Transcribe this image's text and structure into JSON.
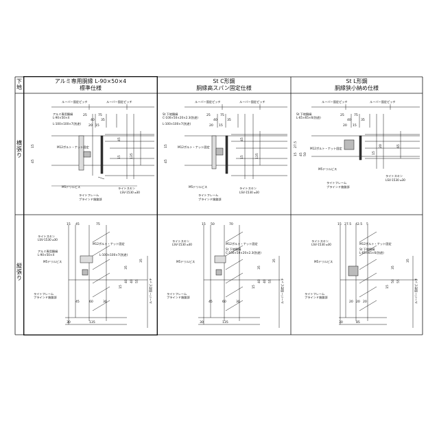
{
  "header": {
    "base_label": "下地",
    "columns": [
      {
        "line1": "アルミ専用胴縁 L-90×50×4",
        "line2": "標準仕様"
      },
      {
        "line1": "St C形鋼",
        "line2": "胴縁高スパン固定仕様"
      },
      {
        "line1": "St L形鋼",
        "line2": "胴縁狭小納め仕様"
      }
    ]
  },
  "rows": [
    {
      "label": "横張り"
    },
    {
      "label": "縦張り"
    }
  ],
  "horizontal": [
    {
      "pitch_labels": [
        "ルーバー固定ピッチ",
        "ルーバー固定ピッチ"
      ],
      "top_dims": [
        "25",
        "75",
        "40",
        "35",
        "20",
        "15"
      ],
      "side_dims": [
        "15",
        "45",
        "45",
        "15",
        "135"
      ],
      "member": "アルミ専用胴縁",
      "member_spec": "L-90×50×4",
      "bracket_spec": "L-100×100×7(別途)",
      "bolt": "M12ボルト・ナット固定",
      "screw": "M5ドリルビス",
      "louver": "ライトスキン",
      "louver_spec": "LSV-1530 ⌀30",
      "frame": "ライトフレーム",
      "blind": "ブラインド施錠部"
    },
    {
      "pitch_labels": [
        "ルーバー固定ピッチ",
        "ルーバー固定ピッチ"
      ],
      "top_dims": [
        "25",
        "75",
        "40",
        "35",
        "20",
        "15"
      ],
      "side_dims": [
        "15",
        "45",
        "45",
        "15",
        "135"
      ],
      "member": "St 下地胴縁",
      "member_spec": "C-100×50×20×2.3(別途)",
      "bracket_spec": "L-100×100×7(別途)",
      "bolt": "M12ボルト・ナット固定",
      "screw": "M5ドリルビス",
      "louver": "ライトスキン",
      "louver_spec": "LSV-1530 ⌀30",
      "frame": "ライトフレーム",
      "blind": "ブラインド施錠部"
    },
    {
      "pitch_labels": [
        "ルーバー固定ピッチ",
        "ルーバー固定ピッチ"
      ],
      "top_dims": [
        "25",
        "75",
        "40",
        "35",
        "20",
        "15"
      ],
      "side_dims": [
        "15",
        "27.5",
        "45",
        "15",
        "65",
        "20",
        "50"
      ],
      "member": "St 下地胴縁",
      "member_spec": "L-65×65×6(別途)",
      "bracket_spec": "",
      "bolt": "M12ボルト・ナット固定",
      "screw": "M5ドリルビス",
      "louver": "ライトスキン",
      "louver_spec": "LSV-1530 ⌀30",
      "frame": "ライトフレーム",
      "blind": "ブラインド施錠部"
    }
  ],
  "vertical": [
    {
      "top_dims": [
        "15",
        "45",
        "75"
      ],
      "bottom_dims": [
        "45",
        "60",
        "30",
        "30",
        "135"
      ],
      "side_dims": [
        "35",
        "40",
        "40",
        "55",
        "15",
        "35"
      ],
      "pitch_label": "ルーバー固定ピッチ",
      "louver": "ライトスキン",
      "louver_spec": "LSV-1530 ⌀30",
      "bolt": "M12ボルト・ナット固定",
      "member": "アルミ専用胴縁",
      "member_spec": "L-90×50×4",
      "bracket_spec": "L-100×100×7(別途)",
      "screw": "M5ドリルビス",
      "frame": "ライトフレーム",
      "blind": "ブラインド施錠部"
    },
    {
      "top_dims": [
        "15",
        "50",
        "70"
      ],
      "bottom_dims": [
        "45",
        "60",
        "30",
        "30",
        "135"
      ],
      "side_dims": [
        "35",
        "40",
        "40",
        "55",
        "15",
        "35"
      ],
      "pitch_label": "ルーバー固定ピッチ",
      "louver": "ライトスキン",
      "louver_spec": "LSV-1530 ⌀30",
      "bolt": "M12ボルト・ナット固定",
      "member": "St 下地胴縁",
      "member_spec": "C-100×50×20×2.3(別途)",
      "bracket_spec": "",
      "screw": "M5ドリルビス",
      "frame": "ライトフレーム",
      "blind": "ブラインド施錠部"
    },
    {
      "top_dims": [
        "15",
        "27.5",
        "42.5",
        "5"
      ],
      "bottom_dims": [
        "20",
        "20",
        "20",
        "30",
        "85"
      ],
      "side_dims": [
        "35",
        "50",
        "55",
        "15",
        "35"
      ],
      "pitch_label": "ルーバー固定ピッチ",
      "louver": "ライトスキン",
      "louver_spec": "LSV-1530 ⌀30",
      "bolt": "M12ボルト・ナット固定",
      "member": "St 下地胴縁",
      "member_spec": "L-65×65×6(別途)",
      "bracket_spec": "",
      "screw": "M5ドリルビス",
      "frame": "ライトフレーム",
      "blind": "ブラインド施錠部"
    }
  ]
}
